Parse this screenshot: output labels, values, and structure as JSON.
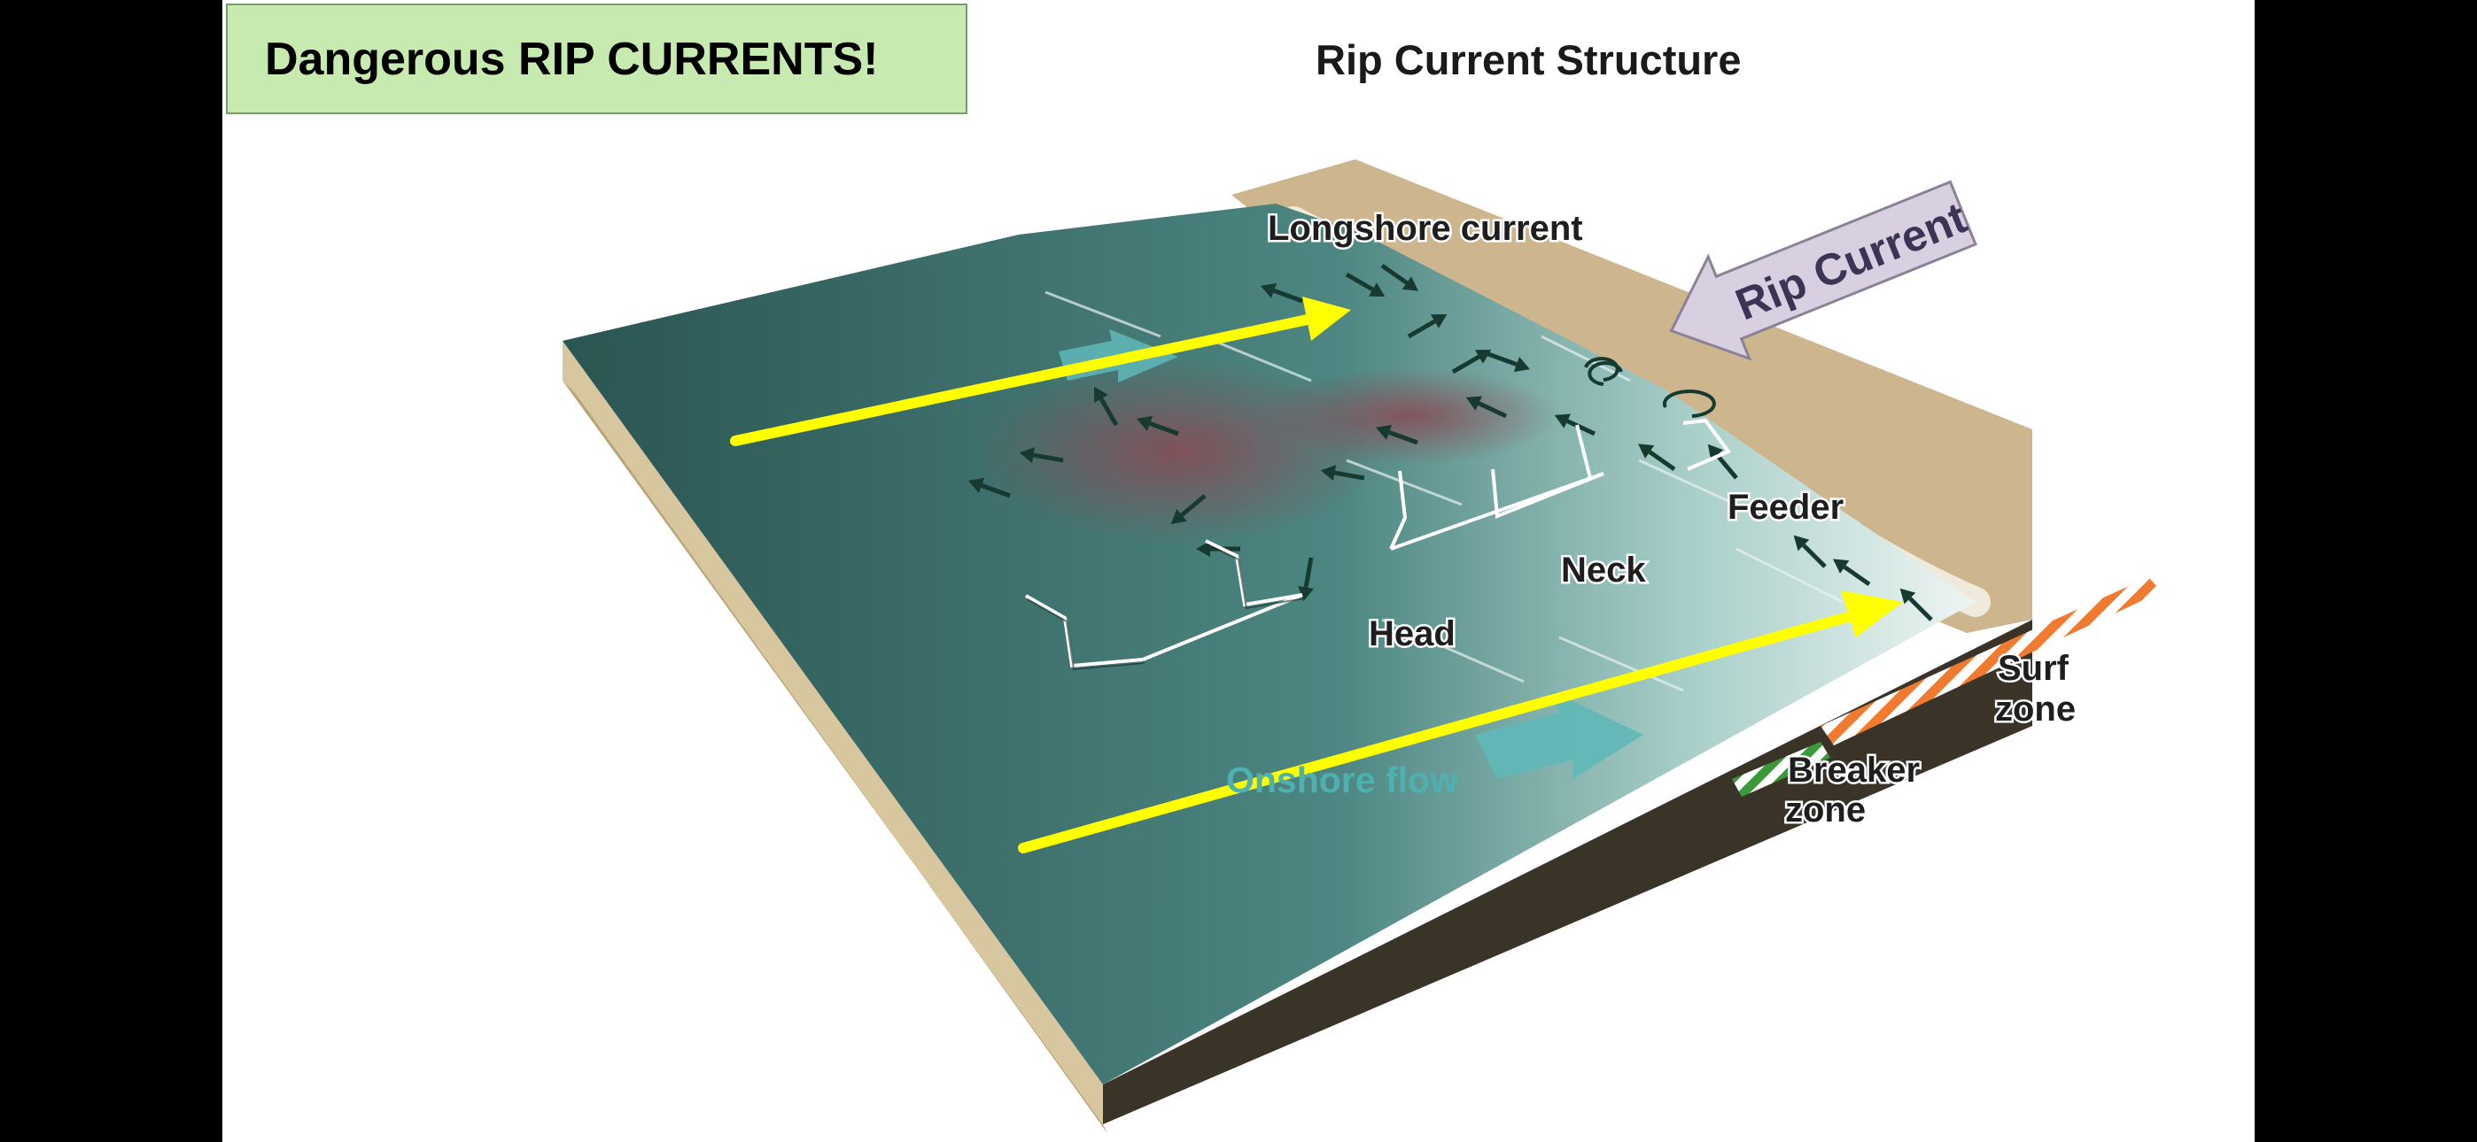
{
  "slide": {
    "title": "Dangerous RIP CURRENTS!",
    "diagram_title": "Rip Current Structure"
  },
  "labels": {
    "longshore": "Longshore current",
    "rip_current": "Rip Current",
    "feeder": "Feeder",
    "neck": "Neck",
    "head": "Head",
    "onshore": "Onshore flow",
    "surf_1": "Surf",
    "surf_2": "zone",
    "breaker_1": "Breaker",
    "breaker_2": "zone"
  },
  "colors": {
    "title_box": "#c6eab0",
    "water": "#2d5a57",
    "sand": "#cdb58e",
    "highlight_arrow": "#ffff00",
    "rip_callout": "#d8cfe0",
    "onshore_arrow": "#5fb8b8",
    "current_arrows": "#173a30",
    "surf_stripe": "#f07a30",
    "breaker_stripe": "#3a9a3a"
  }
}
